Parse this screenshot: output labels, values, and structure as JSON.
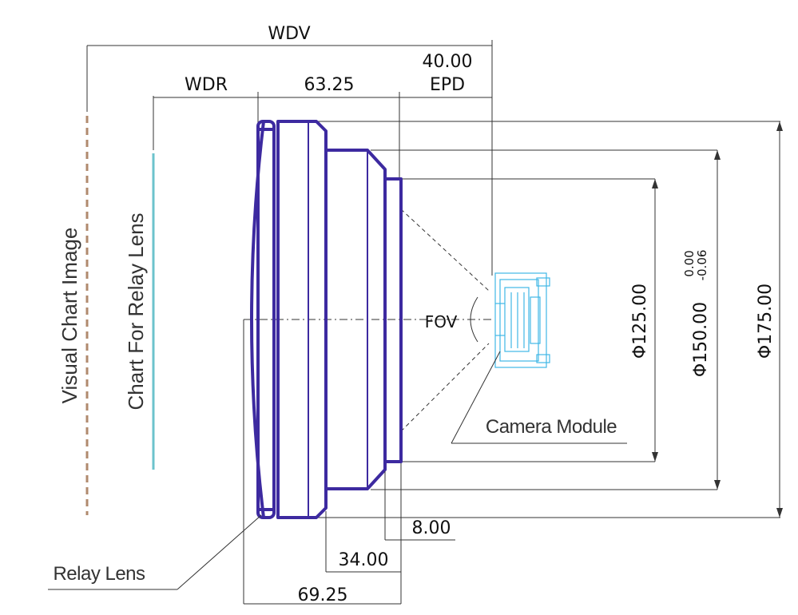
{
  "labels": {
    "wdv": "WDV",
    "wdr": "WDR",
    "dim_63": "63.25",
    "dim_40": "40.00",
    "epd": "EPD",
    "visual_chart_image": "Visual Chart Image",
    "chart_for_relay_lens": "Chart For Relay Lens",
    "fov": "FOV",
    "camera_module": "Camera Module",
    "relay_lens": "Relay Lens",
    "dia_125": "Φ125.00",
    "dia_150": "Φ150.00",
    "tol_upper": "0.00",
    "tol_lower": "-0.06",
    "dia_175": "Φ175.00",
    "dim_8": "8.00",
    "dim_34": "34.00",
    "dim_69": "69.25"
  },
  "colors": {
    "lens": "#3d2aa0",
    "chart_image_line": "#b08a6e",
    "relay_chart_line": "#6cc3cc",
    "camera_module": "#3fb7e6"
  }
}
